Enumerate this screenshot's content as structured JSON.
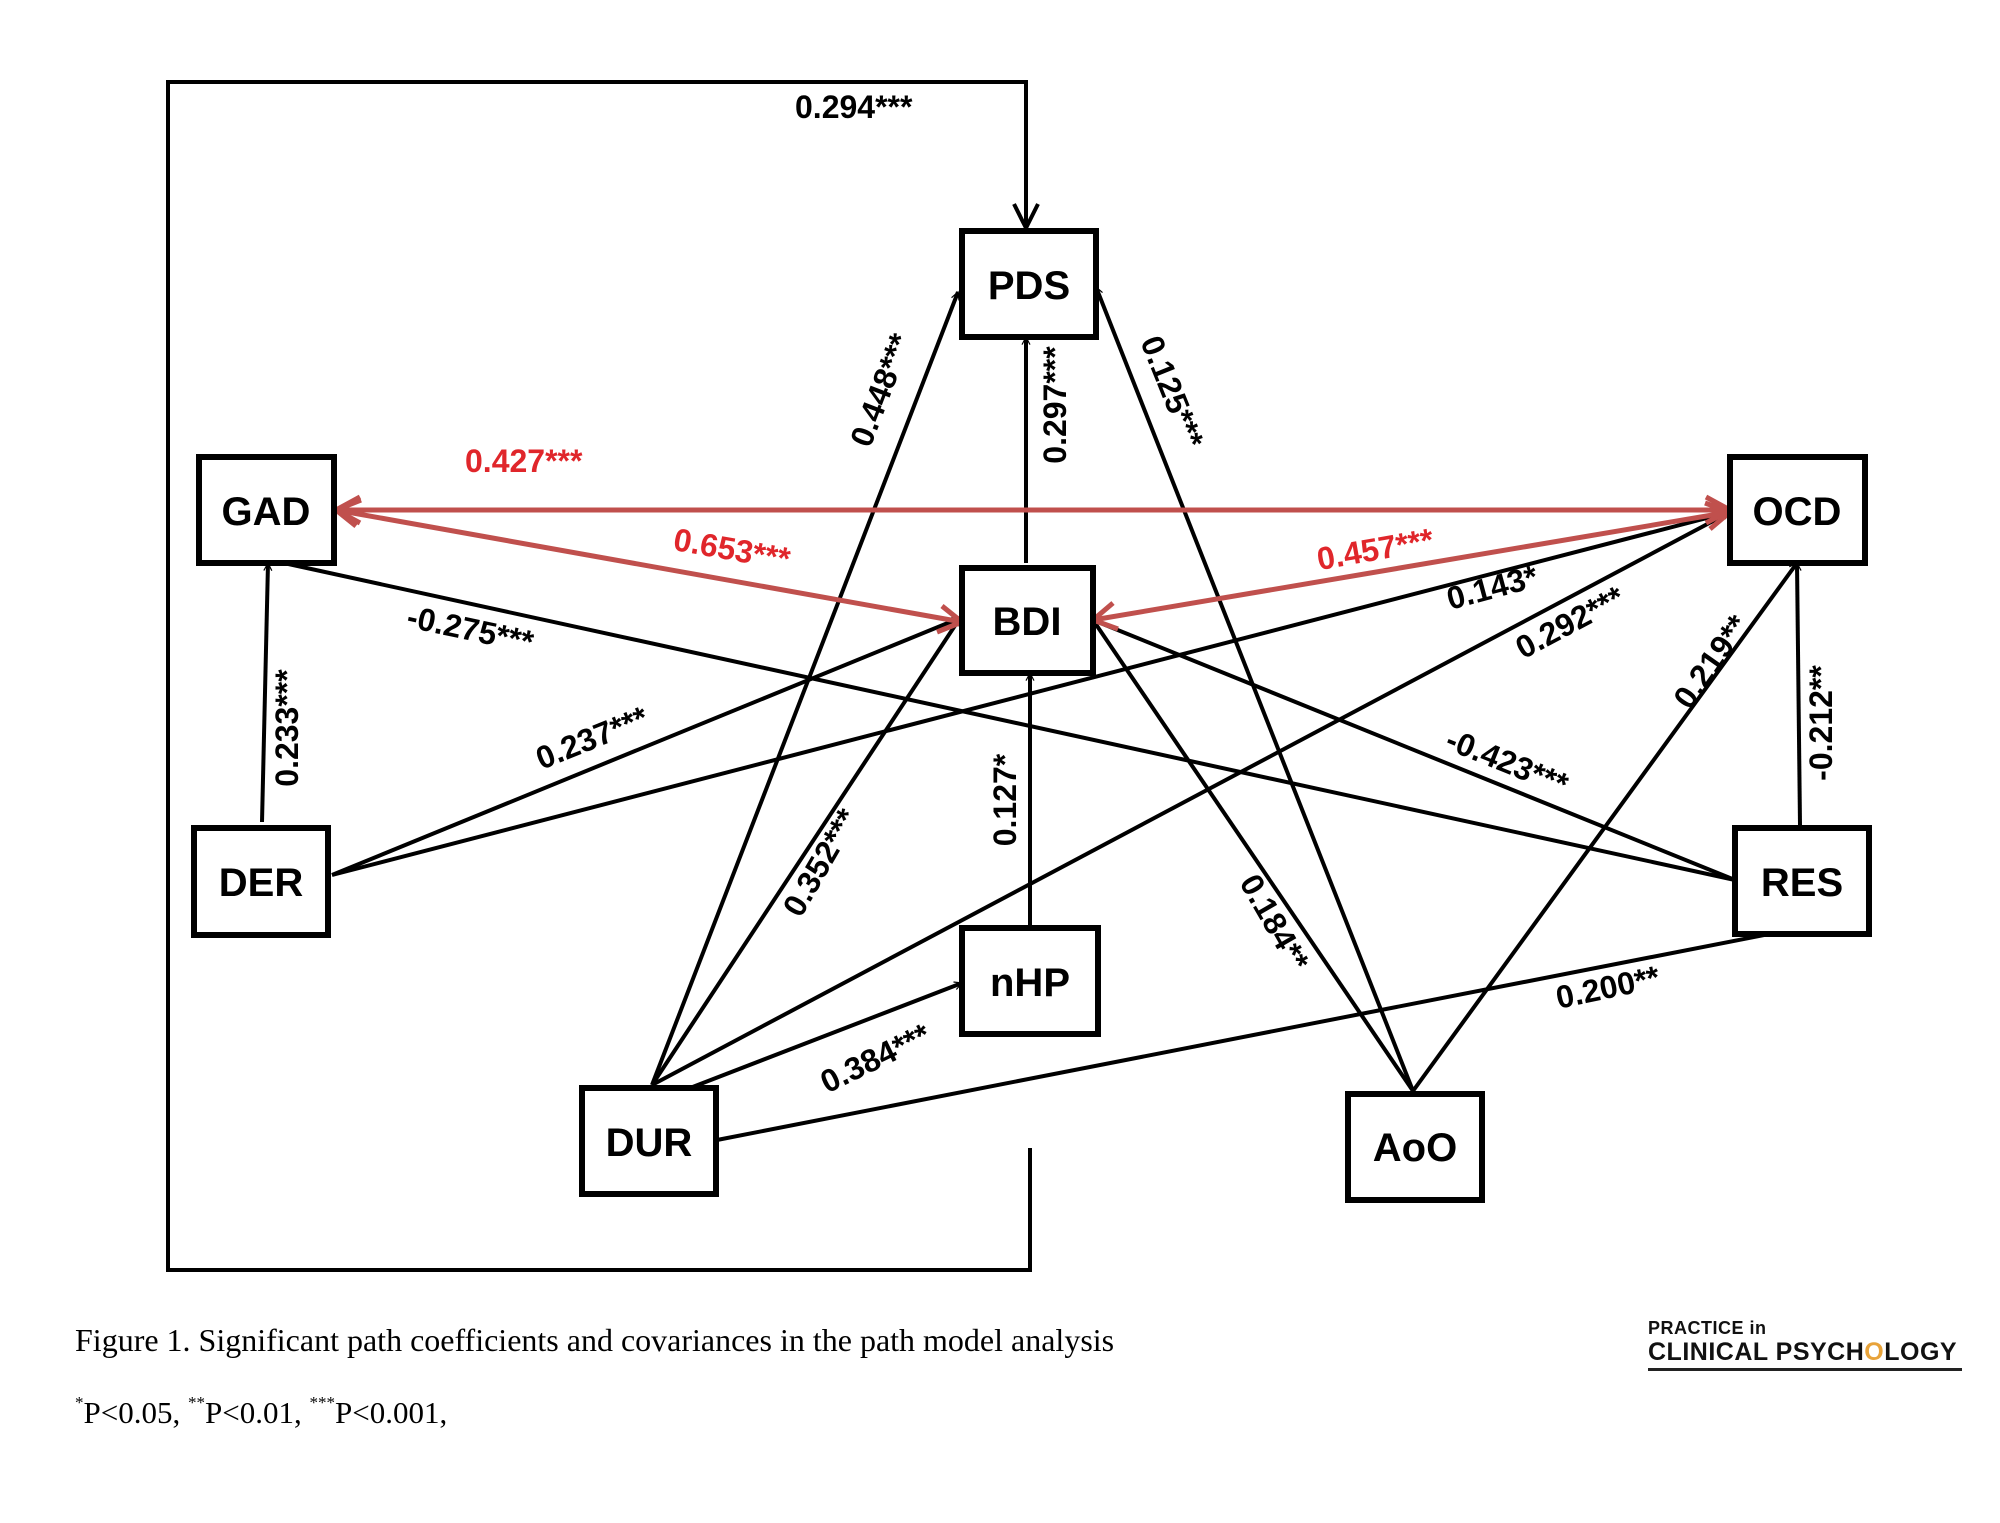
{
  "nodes": {
    "pds": "PDS",
    "gad": "GAD",
    "ocd": "OCD",
    "bdi": "BDI",
    "der": "DER",
    "res": "RES",
    "nhp": "nHP",
    "dur": "DUR",
    "aoo": "AoO"
  },
  "coefficients": {
    "dur_pds_loop": "0.294***",
    "dur_pds": "0.448***",
    "bdi_pds": "0.297***",
    "aoo_pds": "0.125***",
    "gad_ocd": "0.427***",
    "gad_bdi": "0.653***",
    "ocd_bdi": "0.457***",
    "der_ocd": "0.143*",
    "dur_ocd": "0.292***",
    "res_gad": "-0.275***",
    "der_gad": "0.233***",
    "der_bdi": "0.237***",
    "aoo_ocd": "0.219**",
    "res_ocd": "-0.212**",
    "res_bdi": "-0.423***",
    "nhp_bdi": "0.127*",
    "dur_bdi": "0.352***",
    "aoo_bdi": "0.184**",
    "dur_res": "0.200**",
    "dur_nhp": "0.384***"
  },
  "colors": {
    "covariance": "#c0504d",
    "covariance_label": "#e0262b",
    "path": "#000000"
  },
  "caption": "Figure 1. Significant path coefficients and covariances in the path model analysis",
  "footnote": {
    "m1": "*",
    "t1": "P<0.05, ",
    "m2": "**",
    "t2": "P<0.01, ",
    "m3": "***",
    "t3": "P<0.001,"
  },
  "logo": {
    "top": "PRACTICE in",
    "bottom_a": "CLINICAL PSYCH",
    "bottom_o": "O",
    "bottom_b": "LOGY"
  }
}
